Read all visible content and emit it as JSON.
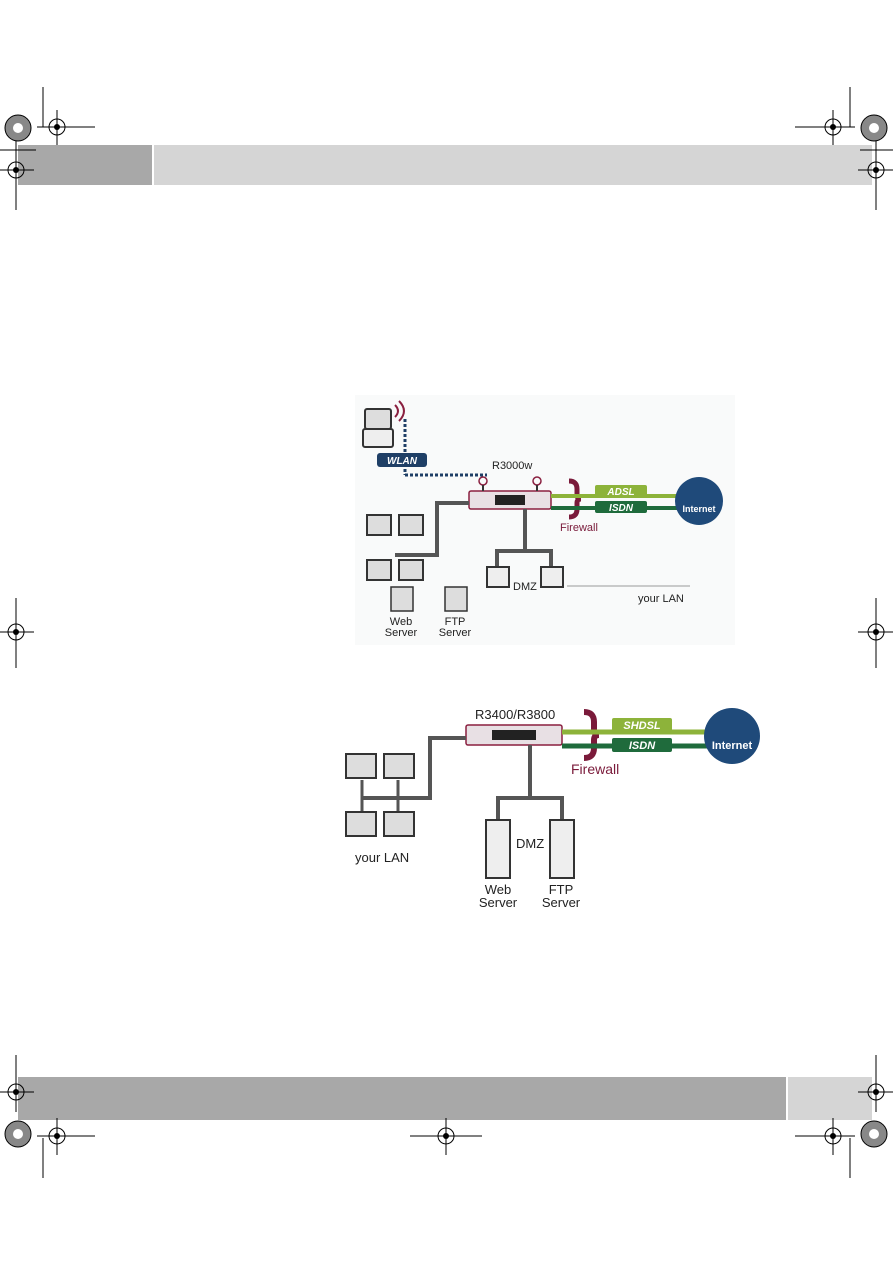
{
  "diagram_top": {
    "wlan": "WLAN",
    "router": "R3000w",
    "firewall": "Firewall",
    "adsl": "ADSL",
    "isdn": "ISDN",
    "internet": "Internet",
    "dmz": "DMZ",
    "your_lan": "your LAN",
    "web_server_1": "Web",
    "web_server_2": "Server",
    "ftp_server_1": "FTP",
    "ftp_server_2": "Server"
  },
  "diagram_bottom": {
    "router": "R3400/R3800",
    "firewall": "Firewall",
    "shdsl": "SHDSL",
    "isdn": "ISDN",
    "internet": "Internet",
    "dmz": "DMZ",
    "your_lan": "your LAN",
    "web_server_1": "Web",
    "web_server_2": "Server",
    "ftp_server_1": "FTP",
    "ftp_server_2": "Server"
  },
  "colors": {
    "band_dark": "#a8a8a8",
    "band_light": "#d5d5d5",
    "firewall": "#7a1a3a",
    "adsl_green": "#8db33a",
    "isdn_green": "#1f6b3c",
    "wlan_blue": "#1f3f66",
    "internet_blue": "#1f4a7a"
  }
}
